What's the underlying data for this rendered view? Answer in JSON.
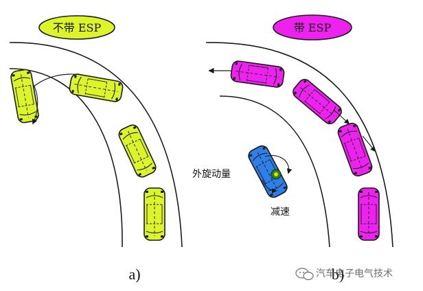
{
  "colors": {
    "left_car": "#dcf52a",
    "right_car": "#ee22ee",
    "esp_car": "#2f7fe8",
    "outline": "#1a1a1a",
    "watermark": "#555555"
  },
  "panel_a": {
    "badge": "不带 ESP",
    "label": "a)"
  },
  "panel_b": {
    "badge": "带 ESP",
    "label": "b)",
    "moment_label": "外旋动量",
    "decel_label": "减速"
  },
  "watermark": {
    "text": "汽车电子电气技术"
  },
  "icons": [
    "arrow-icon",
    "rotation-arrow-icon",
    "brake-wheel-icon",
    "wechat-icon"
  ]
}
